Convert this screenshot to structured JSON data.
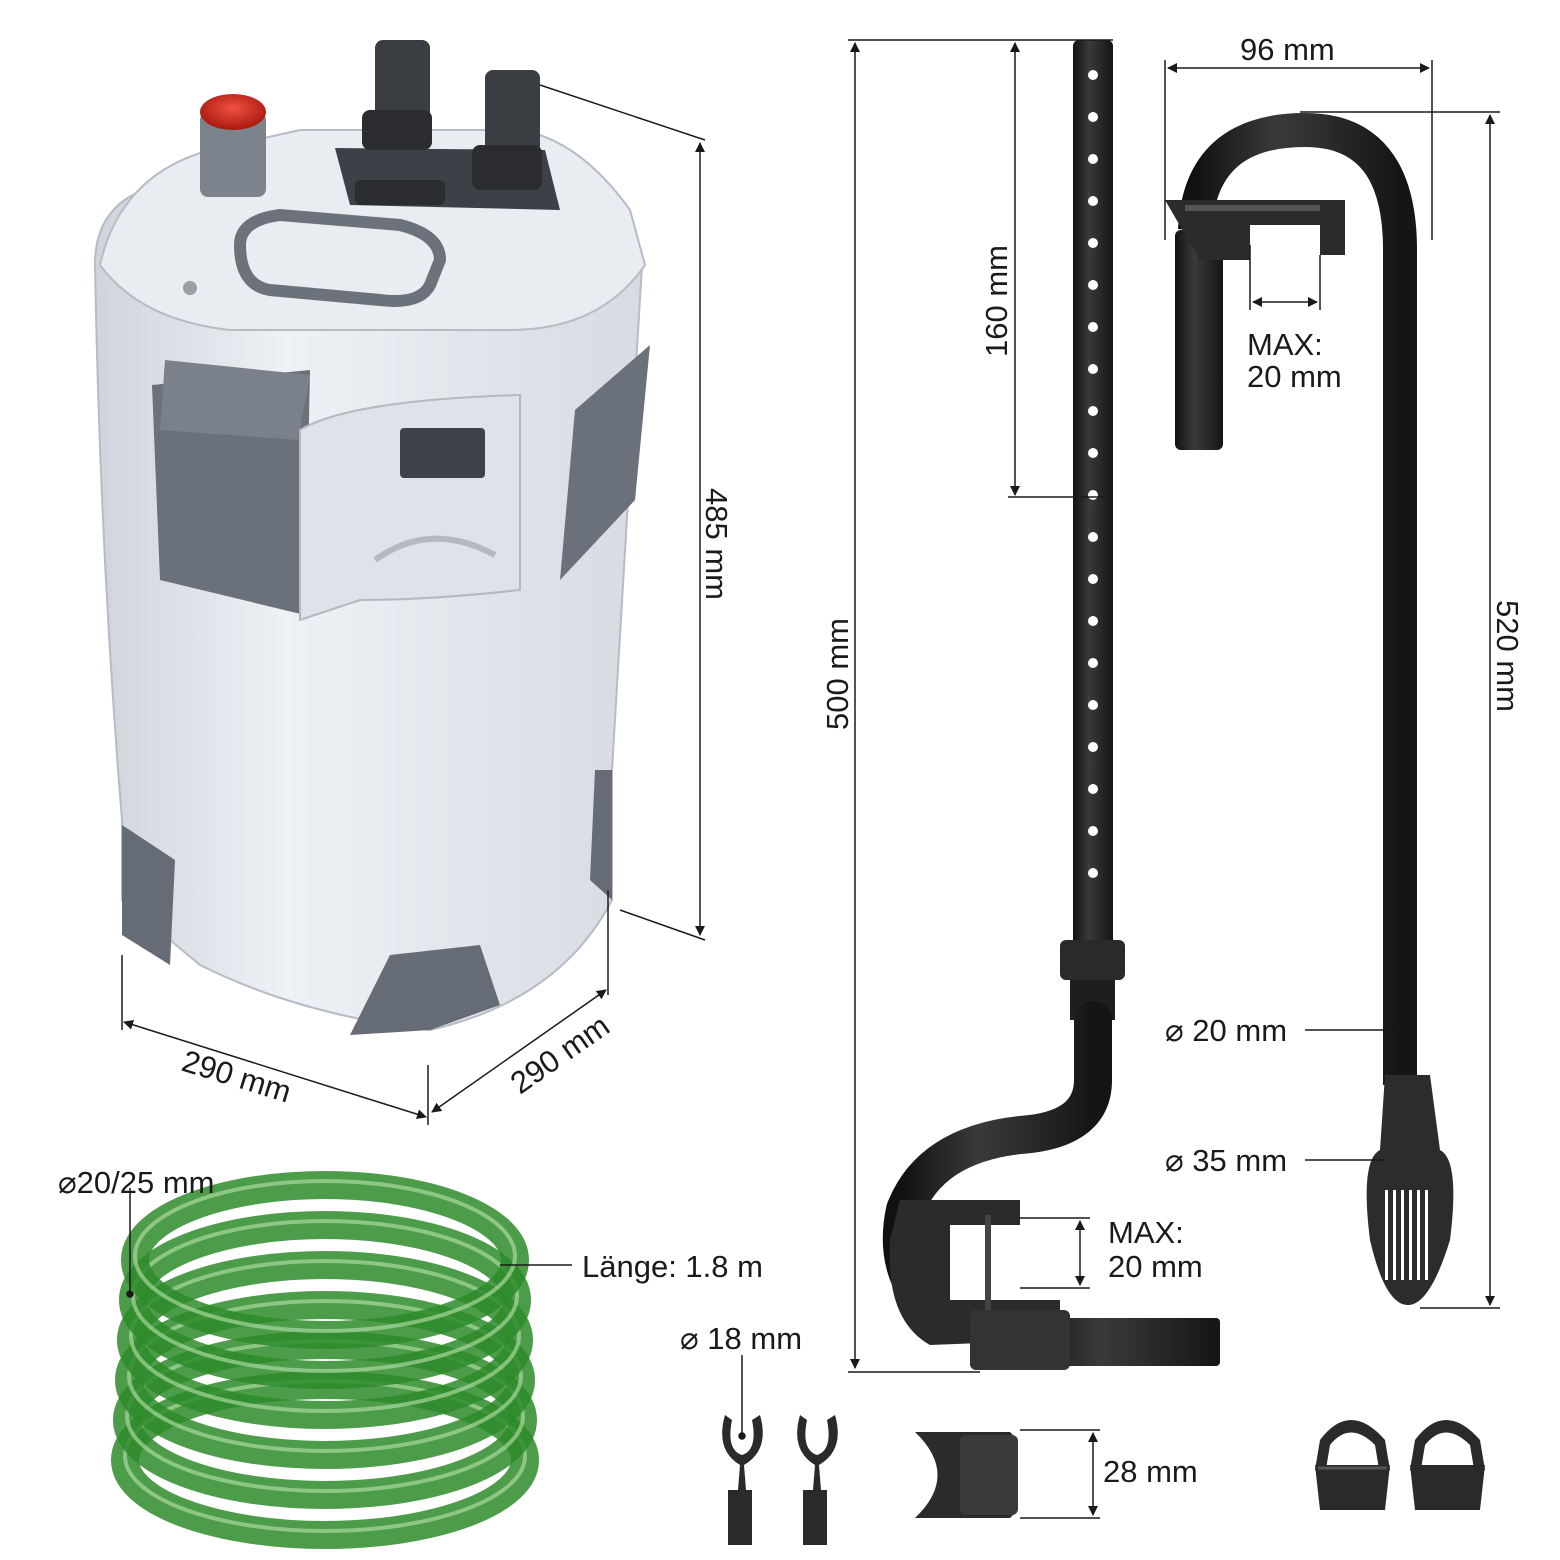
{
  "canister": {
    "height_label": "485 mm",
    "width_label": "290 mm",
    "depth_label": "290 mm"
  },
  "intake": {
    "total_length_label": "500 mm",
    "upper_segment_label": "160 mm",
    "clamp_max_label_line1": "MAX:",
    "clamp_max_label_line2": "20 mm"
  },
  "outlet": {
    "width_label": "96 mm",
    "height_label": "520 mm",
    "clamp_max_label_line1": "MAX:",
    "clamp_max_label_line2": "20 mm",
    "pipe_diameter_label": "⌀ 20 mm",
    "strainer_diameter_label": "⌀ 35 mm"
  },
  "hose": {
    "diameter_label": "⌀20/25 mm",
    "length_label": "Länge: 1.8 m"
  },
  "accessories": {
    "holder_diameter_label": "⌀ 18 mm",
    "nozzle_label": "28 mm"
  },
  "colors": {
    "filter_body": "#e4e8ee",
    "filter_dark": "#5b616a",
    "pipe_black": "#262626",
    "hose_green": "#2e8b2a",
    "dimension_line": "#1a1a1a",
    "button_red": "#d32a1f"
  }
}
